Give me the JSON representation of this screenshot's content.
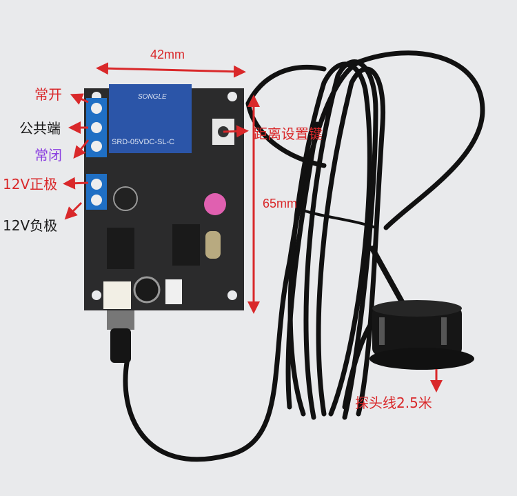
{
  "colors": {
    "red": "#d9282a",
    "black": "#1b1b1b",
    "purple": "#8a3fe0",
    "board": "#2b2b2c",
    "terminal": "#1f6fc4",
    "relay": "#2b55a8",
    "background": "#e9eaec"
  },
  "dimensions": {
    "width": "42mm",
    "height": "65mm"
  },
  "terminals": [
    {
      "label": "常开",
      "color": "#d9282a"
    },
    {
      "label": "公共端",
      "color": "#1b1b1b"
    },
    {
      "label": "常闭",
      "color": "#8a3fe0"
    },
    {
      "label": "12V正极",
      "color": "#d9282a"
    },
    {
      "label": "12V负极",
      "color": "#1b1b1b"
    }
  ],
  "button_label": "距离设置键",
  "probe_label": "探头线2.5米",
  "relay": {
    "brand": "SONGLE",
    "model": "SRD-05VDC-SL-C"
  }
}
